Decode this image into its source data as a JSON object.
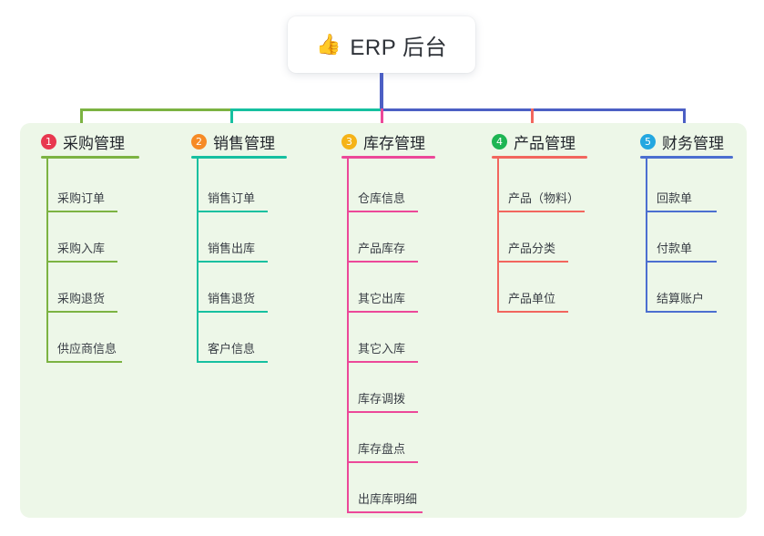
{
  "root": {
    "icon": "thumbs-up-icon",
    "emoji": "👍",
    "title": "ERP 后台"
  },
  "palette": {
    "panel_bg": "#edf7e8",
    "page_bg": "#ffffff",
    "text": "#3a3f46",
    "title_text": "#22262c",
    "connector_green": "#7cb342",
    "connector_teal": "#16c0a0",
    "connector_blue": "#4c5fc4",
    "connector_pink": "#ec4899",
    "connector_red": "#f2665e"
  },
  "columns": [
    {
      "index": "1",
      "title": "采购管理",
      "badge_color": "#e8384f",
      "line_color": "#7cb342",
      "items": [
        {
          "label": "采购订单"
        },
        {
          "label": "采购入库"
        },
        {
          "label": "采购退货"
        },
        {
          "label": "供应商信息"
        }
      ]
    },
    {
      "index": "2",
      "title": "销售管理",
      "badge_color": "#f68b26",
      "line_color": "#16c0a0",
      "items": [
        {
          "label": "销售订单"
        },
        {
          "label": "销售出库"
        },
        {
          "label": "销售退货"
        },
        {
          "label": "客户信息"
        }
      ]
    },
    {
      "index": "3",
      "title": "库存管理",
      "badge_color": "#f5b318",
      "line_color": "#ec4899",
      "items": [
        {
          "label": "仓库信息"
        },
        {
          "label": "产品库存"
        },
        {
          "label": "其它出库"
        },
        {
          "label": "其它入库"
        },
        {
          "label": "库存调拨"
        },
        {
          "label": "库存盘点"
        },
        {
          "label": "出库库明细"
        }
      ]
    },
    {
      "index": "4",
      "title": "产品管理",
      "badge_color": "#1eb553",
      "line_color": "#f2665e",
      "items": [
        {
          "label": "产品（物料）"
        },
        {
          "label": "产品分类"
        },
        {
          "label": "产品单位"
        }
      ]
    },
    {
      "index": "5",
      "title": "财务管理",
      "badge_color": "#23a7e0",
      "line_color": "#4c6fd0",
      "items": [
        {
          "label": "回款单"
        },
        {
          "label": "付款单"
        },
        {
          "label": "结算账户"
        }
      ]
    }
  ]
}
